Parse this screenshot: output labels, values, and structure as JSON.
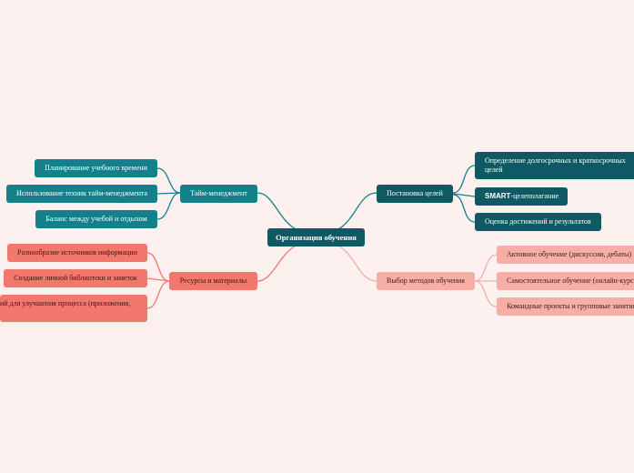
{
  "map": {
    "root": "Организация обучения",
    "branches": {
      "goals": {
        "label": "Постановка целей",
        "items": [
          "Определение долгосрочных и краткосрочных целей",
          {
            "prefix": "SMART",
            "suffix": "-целеполагание"
          },
          "Оценка достижений и результатов"
        ]
      },
      "methods": {
        "label": "Выбор методов обучения",
        "items": [
          "Активное обучение (дискуссии, дебаты)",
          "Самостоятельное обучение (онлайн-курсы, учебники)",
          "Командные проекты и групповые занятия"
        ]
      },
      "time": {
        "label": "Тайм-менеджмент",
        "items": [
          "Планирование учебного времени",
          "Использование техник тайм-менеджмента",
          "Баланс между учебой и отдыхом"
        ]
      },
      "resources": {
        "label": "Ресурсы и материалы",
        "items": [
          "Разнообразие источников информации",
          "Создание личной библиотеки и заметок",
          "Использование технологий для улучшения процесса (приложения, платформы)"
        ]
      }
    }
  },
  "colors": {
    "background": "#fdf1ef",
    "teal_dark": "#0e5964",
    "teal": "#13808c",
    "red": "#f2786e",
    "pink": "#f6aea6"
  }
}
